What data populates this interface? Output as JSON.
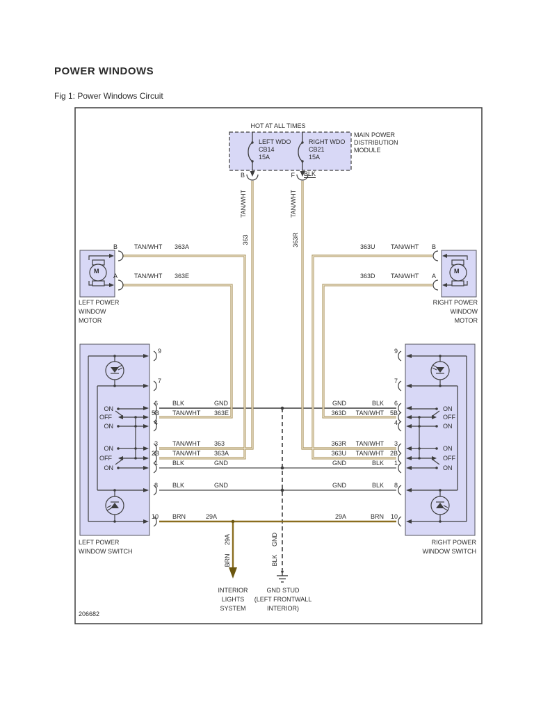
{
  "page": {
    "title": "POWER WINDOWS",
    "caption": "Fig 1: Power Windows Circuit",
    "doc_number": "206682"
  },
  "module": {
    "hot_label": "HOT AT ALL TIMES",
    "name_line1": "MAIN POWER",
    "name_line2": "DISTRIBUTION",
    "name_line3": "MODULE",
    "breakers": [
      {
        "name": "LEFT WDO",
        "id": "CB14",
        "amps": "15A",
        "pin": "B"
      },
      {
        "name": "RIGHT WDO",
        "id": "CB21",
        "amps": "15A",
        "pin": "F"
      }
    ],
    "pin_f_wire": "BLK"
  },
  "feed_wires": {
    "left": {
      "color": "TAN/WHT",
      "circuit": "363"
    },
    "right": {
      "color": "TAN/WHT",
      "circuit": "363R"
    }
  },
  "left_motor": {
    "symbol": "M",
    "name_line1": "LEFT POWER",
    "name_line2": "WINDOW",
    "name_line3": "MOTOR",
    "pins": [
      {
        "pin": "B",
        "color": "TAN/WHT",
        "circuit": "363A"
      },
      {
        "pin": "A",
        "color": "TAN/WHT",
        "circuit": "363E"
      }
    ]
  },
  "right_motor": {
    "symbol": "M",
    "name_line1": "RIGHT POWER",
    "name_line2": "WINDOW",
    "name_line3": "MOTOR",
    "pins": [
      {
        "pin": "B",
        "color": "TAN/WHT",
        "circuit": "363U"
      },
      {
        "pin": "A",
        "color": "TAN/WHT",
        "circuit": "363D"
      }
    ]
  },
  "left_switch": {
    "name_line1": "LEFT POWER",
    "name_line2": "WINDOW SWITCH",
    "positions": [
      "ON",
      "OFF",
      "ON",
      "ON",
      "OFF",
      "ON"
    ],
    "rows": [
      {
        "pin": "9"
      },
      {
        "pin": "7"
      },
      {
        "pin": "6",
        "color": "BLK",
        "circuit": "GND"
      },
      {
        "pin": "5B",
        "color": "TAN/WHT",
        "circuit": "363E"
      },
      {
        "pin": "4"
      },
      {
        "pin": "3",
        "color": "TAN/WHT",
        "circuit": "363"
      },
      {
        "pin": "2B",
        "color": "TAN/WHT",
        "circuit": "363A"
      },
      {
        "pin": "1",
        "color": "BLK",
        "circuit": "GND"
      },
      {
        "pin": "8",
        "color": "BLK",
        "circuit": "GND"
      },
      {
        "pin": "10",
        "color": "BRN",
        "circuit": "29A"
      }
    ]
  },
  "right_switch": {
    "name_line1": "RIGHT POWER",
    "name_line2": "WINDOW SWITCH",
    "positions": [
      "ON",
      "OFF",
      "ON",
      "ON",
      "OFF",
      "ON"
    ],
    "rows": [
      {
        "pin": "9"
      },
      {
        "pin": "7"
      },
      {
        "pin": "6",
        "color": "BLK",
        "circuit": "GND"
      },
      {
        "pin": "5B",
        "color": "TAN/WHT",
        "circuit": "363D"
      },
      {
        "pin": "4"
      },
      {
        "pin": "3",
        "color": "TAN/WHT",
        "circuit": "363R"
      },
      {
        "pin": "2B",
        "color": "TAN/WHT",
        "circuit": "363U"
      },
      {
        "pin": "1",
        "color": "BLK",
        "circuit": "GND"
      },
      {
        "pin": "8",
        "color": "BLK",
        "circuit": "GND"
      },
      {
        "pin": "10",
        "color": "BRN",
        "circuit": "29A"
      }
    ]
  },
  "grounds": {
    "interior": {
      "wire_color": "BRN",
      "circuit": "29A",
      "dest_line1": "INTERIOR",
      "dest_line2": "LIGHTS",
      "dest_line3": "SYSTEM"
    },
    "stud": {
      "wire_color": "BLK",
      "circuit": "GND",
      "dest_line1": "GND STUD",
      "dest_line2": "(LEFT FRONTWALL",
      "dest_line3": "INTERIOR)"
    }
  },
  "colors": {
    "tan_wire": "#ad9760",
    "tan_stripe": "#faf6ea",
    "brown_wire": "#8a6d1e",
    "black_wire": "#3d3d3d",
    "gray_wire": "#8f8f8f",
    "component_fill": "#d8d8f6",
    "line": "#3d3d3d"
  }
}
